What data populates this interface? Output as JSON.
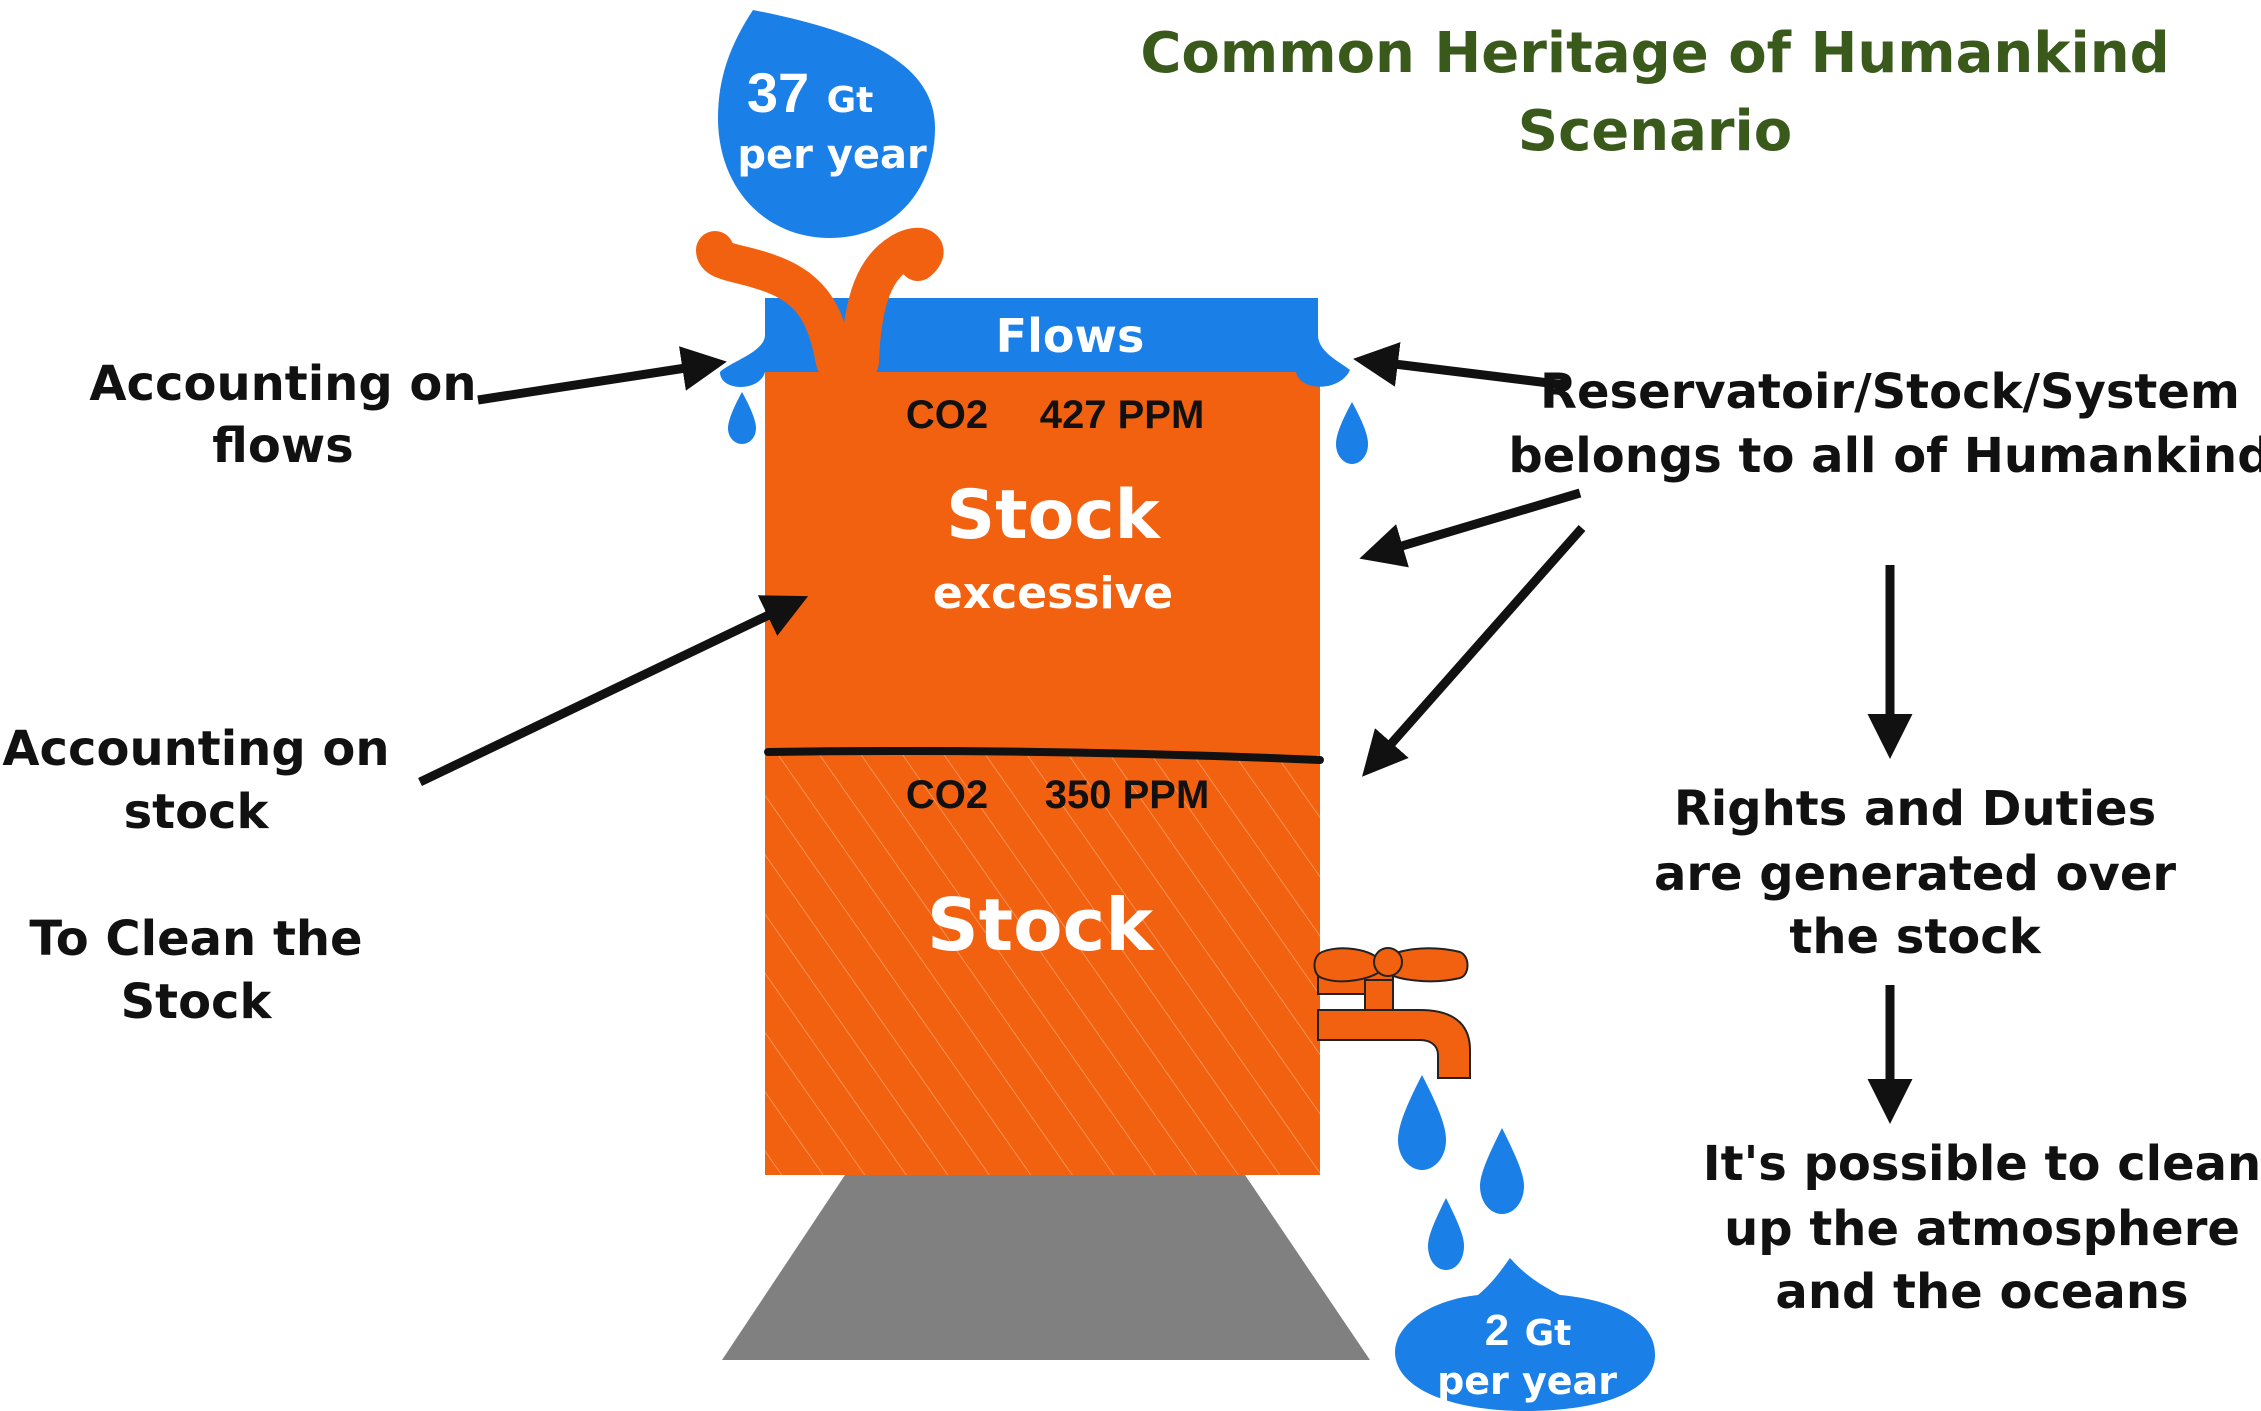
{
  "title": {
    "line1": "Common Heritage of Humankind",
    "line2": "Scenario"
  },
  "inflow": {
    "value": "37",
    "unit": "Gt",
    "period": "per year"
  },
  "outflow": {
    "value": "2",
    "unit": "Gt",
    "period": "per year"
  },
  "tank": {
    "flows_label": "Flows",
    "upper": {
      "gas": "CO2",
      "ppm": "427 PPM",
      "title": "Stock",
      "subtitle": "excessive"
    },
    "lower": {
      "gas": "CO2",
      "ppm": "350 PPM",
      "title": "Stock"
    }
  },
  "left_labels": {
    "accounting_flows": [
      "Accounting on",
      "flows"
    ],
    "accounting_stock": [
      "Accounting on",
      "stock"
    ],
    "clean_stock": [
      "To Clean the",
      "Stock"
    ]
  },
  "right_labels": {
    "ownership": [
      "Reservatoir/Stock/System",
      "belongs to all of Humankind"
    ],
    "rights": [
      "Rights and Duties",
      "are generated over",
      "the stock"
    ],
    "possible": [
      "It's possible to clean",
      "up the atmosphere",
      "and the oceans"
    ]
  },
  "colors": {
    "title_green": "#3a5a1c",
    "tank_orange": "#f26110",
    "water_blue": "#1a7fe6",
    "base_gray": "#808080",
    "text_black": "#111111"
  }
}
